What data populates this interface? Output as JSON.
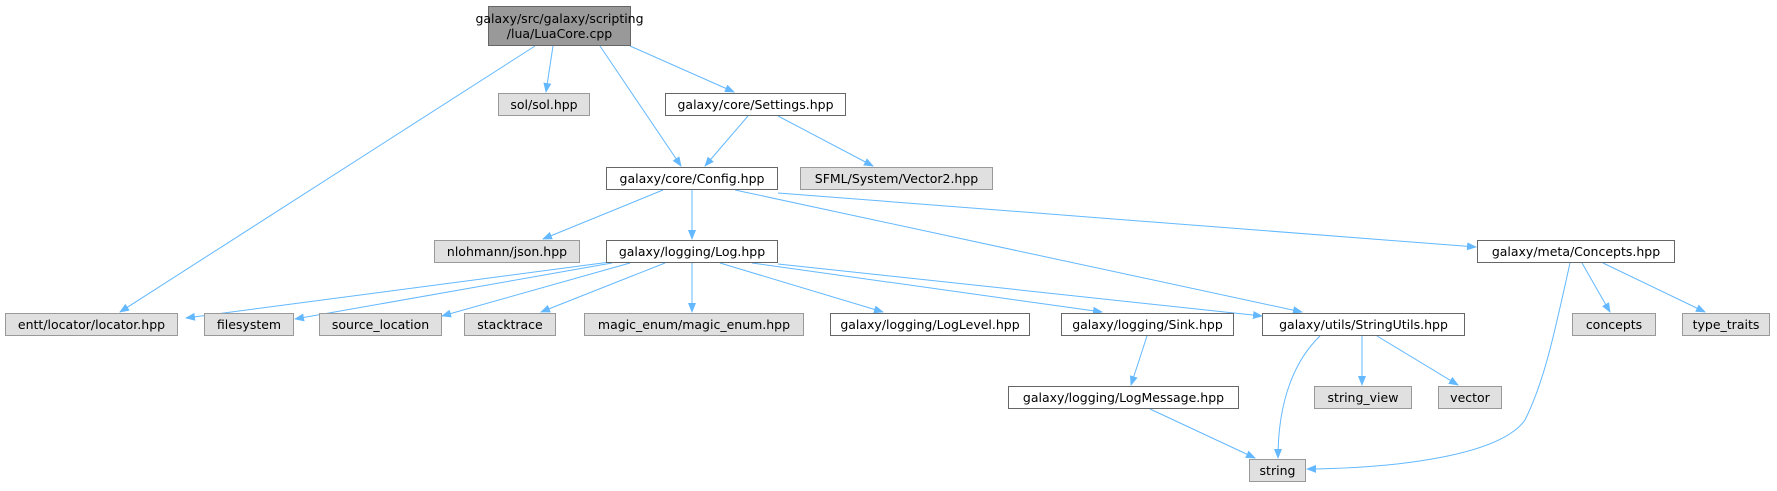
{
  "colors": {
    "edge": "#63b8ff",
    "root_fill": "#999999",
    "external_fill": "#e0e0e0",
    "file_fill": "#ffffff",
    "border": "#666666"
  },
  "nodes": {
    "root": {
      "line1": "galaxy/src/galaxy/scripting",
      "line2": "/lua/LuaCore.cpp"
    },
    "sol": {
      "label": "sol/sol.hpp"
    },
    "settings": {
      "label": "galaxy/core/Settings.hpp"
    },
    "config": {
      "label": "galaxy/core/Config.hpp"
    },
    "vector2": {
      "label": "SFML/System/Vector2.hpp"
    },
    "json": {
      "label": "nlohmann/json.hpp"
    },
    "log": {
      "label": "galaxy/logging/Log.hpp"
    },
    "concepts_hpp": {
      "label": "galaxy/meta/Concepts.hpp"
    },
    "locator": {
      "label": "entt/locator/locator.hpp"
    },
    "filesystem": {
      "label": "filesystem"
    },
    "source_location": {
      "label": "source_location"
    },
    "stacktrace": {
      "label": "stacktrace"
    },
    "magic_enum": {
      "label": "magic_enum/magic_enum.hpp"
    },
    "loglevel": {
      "label": "galaxy/logging/LogLevel.hpp"
    },
    "sink": {
      "label": "galaxy/logging/Sink.hpp"
    },
    "stringutils": {
      "label": "galaxy/utils/StringUtils.hpp"
    },
    "concepts": {
      "label": "concepts"
    },
    "type_traits": {
      "label": "type_traits"
    },
    "logmessage": {
      "label": "galaxy/logging/LogMessage.hpp"
    },
    "string_view": {
      "label": "string_view"
    },
    "vector": {
      "label": "vector"
    },
    "string": {
      "label": "string"
    }
  }
}
